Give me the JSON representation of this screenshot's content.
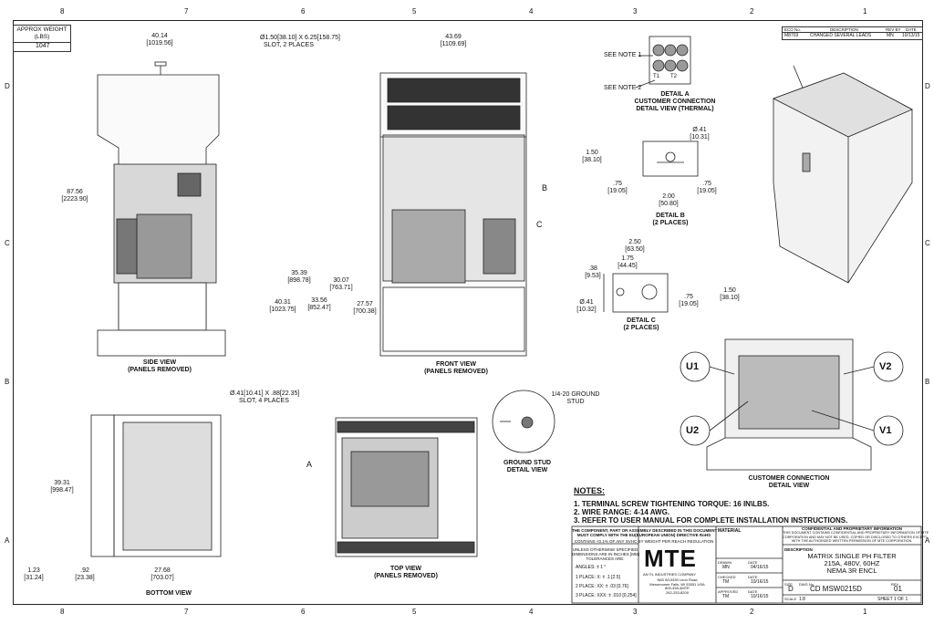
{
  "zones": {
    "columns": [
      "8",
      "7",
      "6",
      "5",
      "4",
      "3",
      "2",
      "1"
    ],
    "rows": [
      "D",
      "C",
      "B",
      "A"
    ]
  },
  "weight_box": {
    "label": "APPROX WEIGHT (LBS)",
    "value": "1047"
  },
  "revision": {
    "headers": [
      "ECO No.",
      "DESCRIPTION",
      "REV BY",
      "DATE"
    ],
    "row": [
      "M8703",
      "CHANGED SEVERAL LEADS",
      "MN",
      "10/13/15"
    ]
  },
  "side_view": {
    "width": "40.14",
    "width_mm": "[1019.56]",
    "slot_note_1": "Ø1.50[38.10] X 6.25[158.75]",
    "slot_note_2": "SLOT, 2 PLACES",
    "height": "87.56",
    "height_mm": "[2223.90]",
    "title_1": "SIDE VIEW",
    "title_2": "(PANELS REMOVED)"
  },
  "front_view": {
    "width": "43.69",
    "width_mm": "[1109.69]",
    "dim_1": "35.39",
    "dim_1_mm": "[898.78]",
    "dim_2": "40.31",
    "dim_2_mm": "[1023.75]",
    "dim_3": "33.56",
    "dim_3_mm": "[852.47]",
    "dim_4": "30.07",
    "dim_4_mm": "[763.71]",
    "dim_5": "27.57",
    "dim_5_mm": "[700.38]",
    "callout_b": "B",
    "callout_c": "C",
    "title_1": "FRONT VIEW",
    "title_2": "(PANELS REMOVED)"
  },
  "detail_a": {
    "note_1": "SEE NOTE 1",
    "note_2": "SEE NOTE 2",
    "term_1": "T1",
    "term_2": "T2",
    "title_1": "DETAIL A",
    "title_2": "CUSTOMER CONNECTION",
    "title_3": "DETAIL VIEW (THERMAL)"
  },
  "detail_b": {
    "dia": "Ø.41",
    "dia_mm": "[10.31]",
    "d1": "1.50",
    "d1_mm": "[38.10]",
    "d2": ".75",
    "d2_mm": "[19.05]",
    "d3": "2.00",
    "d3_mm": "[50.80]",
    "d4": ".75",
    "d4_mm": "[19.05]",
    "title_1": "DETAIL B",
    "title_2": "(2 PLACES)"
  },
  "detail_c": {
    "d1": "2.50",
    "d1_mm": "[63.50]",
    "d2": "1.75",
    "d2_mm": "[44.45]",
    "d3": ".38",
    "d3_mm": "[9.53]",
    "dia": "Ø.41",
    "dia_mm": "[10.32]",
    "d4": ".75",
    "d4_mm": "[19.05]",
    "d5": "1.50",
    "d5_mm": "[38.10]",
    "title_1": "DETAIL C",
    "title_2": "(2 PLACES)"
  },
  "bottom_view": {
    "slot_note_1": "Ø.41[10.41] X .88[22.35]",
    "slot_note_2": "SLOT, 4 PLACES",
    "depth": "39.31",
    "depth_mm": "[998.47]",
    "d1": "1.23",
    "d1_mm": "[31.24]",
    "d2": ".92",
    "d2_mm": "[23.38]",
    "d3": "27.68",
    "d3_mm": "[703.07]",
    "title": "BOTTOM VIEW"
  },
  "top_view": {
    "callout_a": "A",
    "title_1": "TOP VIEW",
    "title_2": "(PANELS REMOVED)"
  },
  "ground_stud": {
    "note_1": "1/4-20 GROUND",
    "note_2": "STUD",
    "title_1": "GROUND STUD",
    "title_2": "DETAIL VIEW"
  },
  "customer_conn": {
    "u1": "U1",
    "v2": "V2",
    "u2": "U2",
    "v1": "V1",
    "title_1": "CUSTOMER CONNECTION",
    "title_2": "DETAIL VIEW"
  },
  "notes": {
    "heading": "NOTES:",
    "items": [
      "1.  TERMINAL SCREW TIGHTENING TORQUE: 16 IN\\LBS.",
      "2.  WIRE RANGE: 4-14 AWG.",
      "3.  REFER TO USER MANUAL FOR COMPLETE INSTALLATION INSTRUCTIONS."
    ]
  },
  "title_block": {
    "compliance_1": "THE COMPONENT, PART OR ASSEMBLY DESCRIBED IN THIS DOCUMENT",
    "compliance_2": "MUST COMPLY WITH THE EU(EUROPEAN UNION) DIRECTIVE RoHS",
    "compliance_3": "CONTAINS <0.1% OF ANY SVHC BY WEIGHT PER REACH REGULATION",
    "tol_1": "UNLESS OTHERWISE SPECIFIED",
    "tol_2": "DIMENSIONS ARE IN INCHES [MM]",
    "tol_3": "TOLERANCES ARE:",
    "angles": "ANGLES: ± 1 °",
    "place_1": "1 PLACE: X: ± .1 [2.5]",
    "place_2": "2 PLACE: XX: ± .03 [0.76]",
    "place_3": "3 PLACE: XXX: ± .010 [0.254]",
    "logo": "MTE",
    "logo_sub": "AN ©L INDUSTRIES COMPANY",
    "address_1": "N83 W13330 Leon Road",
    "address_2": "Menomonee Falls, WI 53051 USA",
    "address_3": "800-455-4MTE",
    "address_4": "262-253-8200",
    "material": "MATERIAL",
    "drawn": "DRAWN",
    "drawn_by": "MN",
    "drawn_date_label": "DATE",
    "drawn_date": "04/16/15",
    "checked": "CHECKED",
    "checked_by": "TM",
    "checked_date_label": "DATE",
    "checked_date": "10/16/15",
    "approved": "APPROVED",
    "approved_by": "TM",
    "approved_date_label": "DATE",
    "approved_date": "10/16/15",
    "conf_title": "CONFIDENTIAL AND PROPRIETARY INFORMATION",
    "conf_1": "THIS DOCUMENT CONTAINS CONFIDENTIAL AND PROPRIETARY INFORMATION OF MTE",
    "conf_2": "CORPORATION AND MAY NOT BE USED, COPIED OR DISCLOSED TO OTHERS EXCEPT",
    "conf_3": "WITH THE AUTHORIZED WRITTEN PERMISSION OF MTE CORPORATION.",
    "desc_label": "DESCRIPTION",
    "desc_1": "MATRIX SINGLE PH FILTER",
    "desc_2": "215A, 480V, 60HZ",
    "desc_3": "NEMA 3R ENCL",
    "size_label": "SIZE",
    "size": "D",
    "dwg_label": "DWG No.",
    "dwg": "CD MSW0215D",
    "rev_label": "REV",
    "rev": "01",
    "scale_label": "SCALE",
    "scale": "1:8",
    "sheet": "SHEET 1 OF 1"
  }
}
